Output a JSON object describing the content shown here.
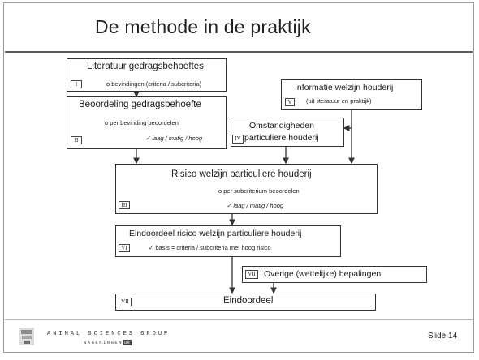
{
  "title": "De methode in de praktijk",
  "boxes": {
    "literatuur": {
      "title": "Literatuur gedragsbehoeftes",
      "tag": "I",
      "line1": "o bevindingen (criteria / subcriteria)"
    },
    "beoordeling": {
      "title": "Beoordeling gedragsbehoefte",
      "tag": "II",
      "line1": "o per bevinding beoordelen",
      "line2": "✓ laag / matig / hoog"
    },
    "informatie": {
      "title": "Informatie welzijn houderij",
      "tag": "V",
      "line1": "(uit literatuur en praktijk)"
    },
    "omstandigheden": {
      "title": "Omstandigheden",
      "tag": "IV",
      "line1": "particuliere houderij"
    },
    "risico": {
      "title": "Risico welzijn particuliere houderij",
      "tag": "III",
      "line1": "o per subcriterium beoordelen",
      "line2": "✓ laag / matig / hoog"
    },
    "eindoordeel_risico": {
      "title": "Eindoordeel risico welzijn particuliere houderij",
      "tag": "VI",
      "line1": "✓ basis = criteria / subcriteria met hoog risico"
    },
    "overige": {
      "title": "Overige (wettelijke) bepalingen",
      "tag": "VII"
    },
    "eindoordeel": {
      "title": "Eindoordeel",
      "tag": "VII"
    }
  },
  "footer": {
    "org_line1": "ANIMAL SCIENCES GROUP",
    "org_line2": "WAGENINGEN",
    "org_badge": "UR",
    "slide": "Slide 14"
  }
}
